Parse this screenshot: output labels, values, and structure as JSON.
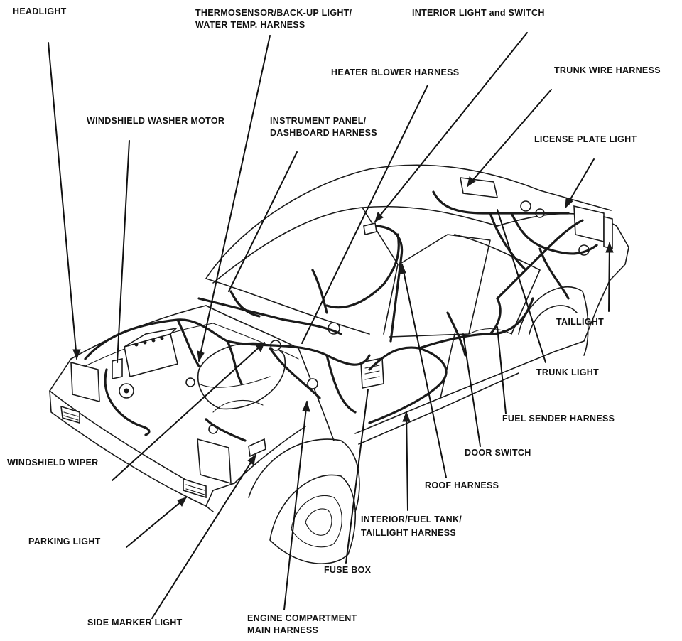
{
  "labels": {
    "headlight": "HEADLIGHT",
    "thermosensor_1": "THERMOSENSOR/BACK-UP LIGHT/",
    "thermosensor_2": "WATER TEMP. HARNESS",
    "interior_light": "INTERIOR LIGHT and SWITCH",
    "heater_blower": "HEATER BLOWER HARNESS",
    "trunk_wire": "TRUNK WIRE HARNESS",
    "washer_motor": "WINDSHIELD WASHER MOTOR",
    "instrument_1": "INSTRUMENT PANEL/",
    "instrument_2": "DASHBOARD HARNESS",
    "license_plate": "LICENSE PLATE LIGHT",
    "taillight": "TAILLIGHT",
    "trunk_light": "TRUNK LIGHT",
    "fuel_sender": "FUEL SENDER HARNESS",
    "door_switch": "DOOR SWITCH",
    "windshield_wiper": "WINDSHIELD WIPER",
    "roof_harness": "ROOF HARNESS",
    "interior_fuel_1": "INTERIOR/FUEL TANK/",
    "interior_fuel_2": "TAILLIGHT  HARNESS",
    "parking_light": "PARKING LIGHT",
    "fuse_box": "FUSE BOX",
    "side_marker": "SIDE MARKER LIGHT",
    "engine_main_1": "ENGINE COMPARTMENT",
    "engine_main_2": "MAIN HARNESS"
  }
}
